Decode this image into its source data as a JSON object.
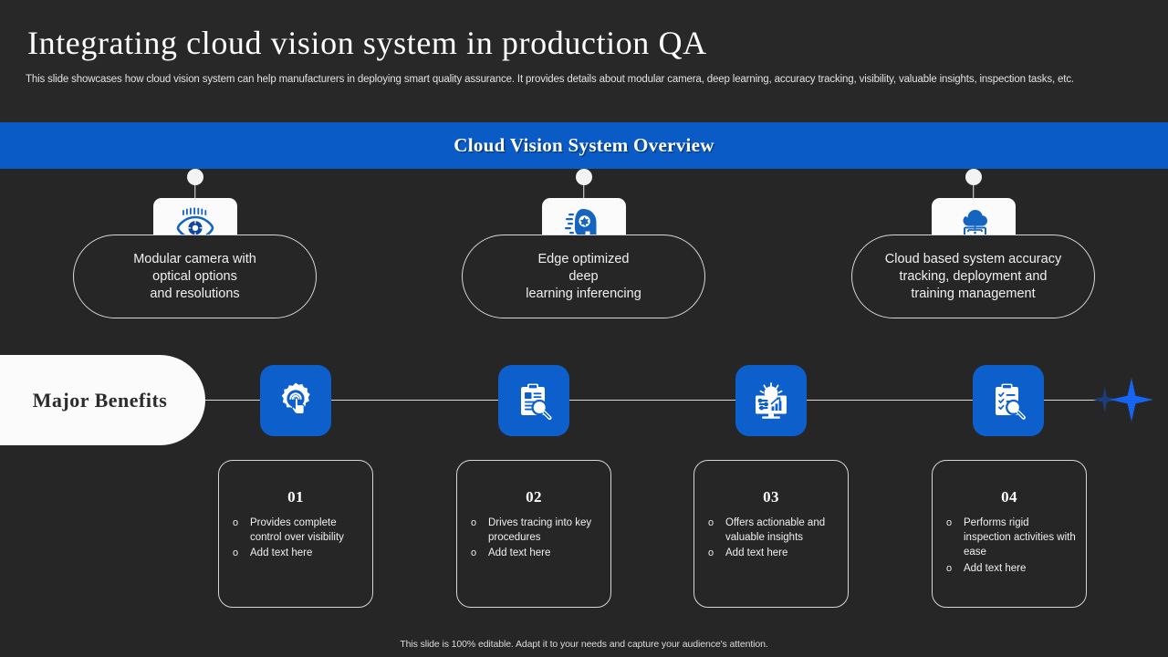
{
  "header": {
    "title": "Integrating cloud vision system in production QA",
    "subtitle": "This slide showcases how cloud vision system can help manufacturers in deploying smart quality assurance. It provides details about modular camera, deep learning, accuracy tracking, visibility, valuable insights, inspection tasks, etc."
  },
  "banner": {
    "title": "Cloud Vision System Overview",
    "color": "#0A5BC6"
  },
  "overview": {
    "items": [
      {
        "icon": "eye-scan-icon",
        "text": "Modular camera with\noptical options\nand resolutions"
      },
      {
        "icon": "ai-head-gear-icon",
        "text": "Edge optimized\ndeep\nlearning inferencing"
      },
      {
        "icon": "cloud-laptop-icon",
        "text": "Cloud based system accuracy\ntracking, deployment and\ntraining management"
      }
    ]
  },
  "benefits": {
    "section_label": "Major Benefits",
    "tile_color": "#0D5FCC",
    "items": [
      {
        "icon": "gear-touch-icon",
        "number": "01",
        "points": [
          "Provides complete control over visibility",
          "Add text here"
        ]
      },
      {
        "icon": "clipboard-search-icon",
        "number": "02",
        "points": [
          "Drives tracing into key procedures",
          "Add text here"
        ]
      },
      {
        "icon": "monitor-insights-icon",
        "number": "03",
        "points": [
          "Offers actionable and valuable insights",
          "Add text here"
        ]
      },
      {
        "icon": "checklist-search-icon",
        "number": "04",
        "points": [
          "Performs rigid inspection activities with ease",
          "Add text here"
        ]
      }
    ],
    "decoration": "sparkle-stars-icon"
  },
  "footer": {
    "note": "This slide is 100% editable.  Adapt it to your needs and capture your audience's attention."
  }
}
